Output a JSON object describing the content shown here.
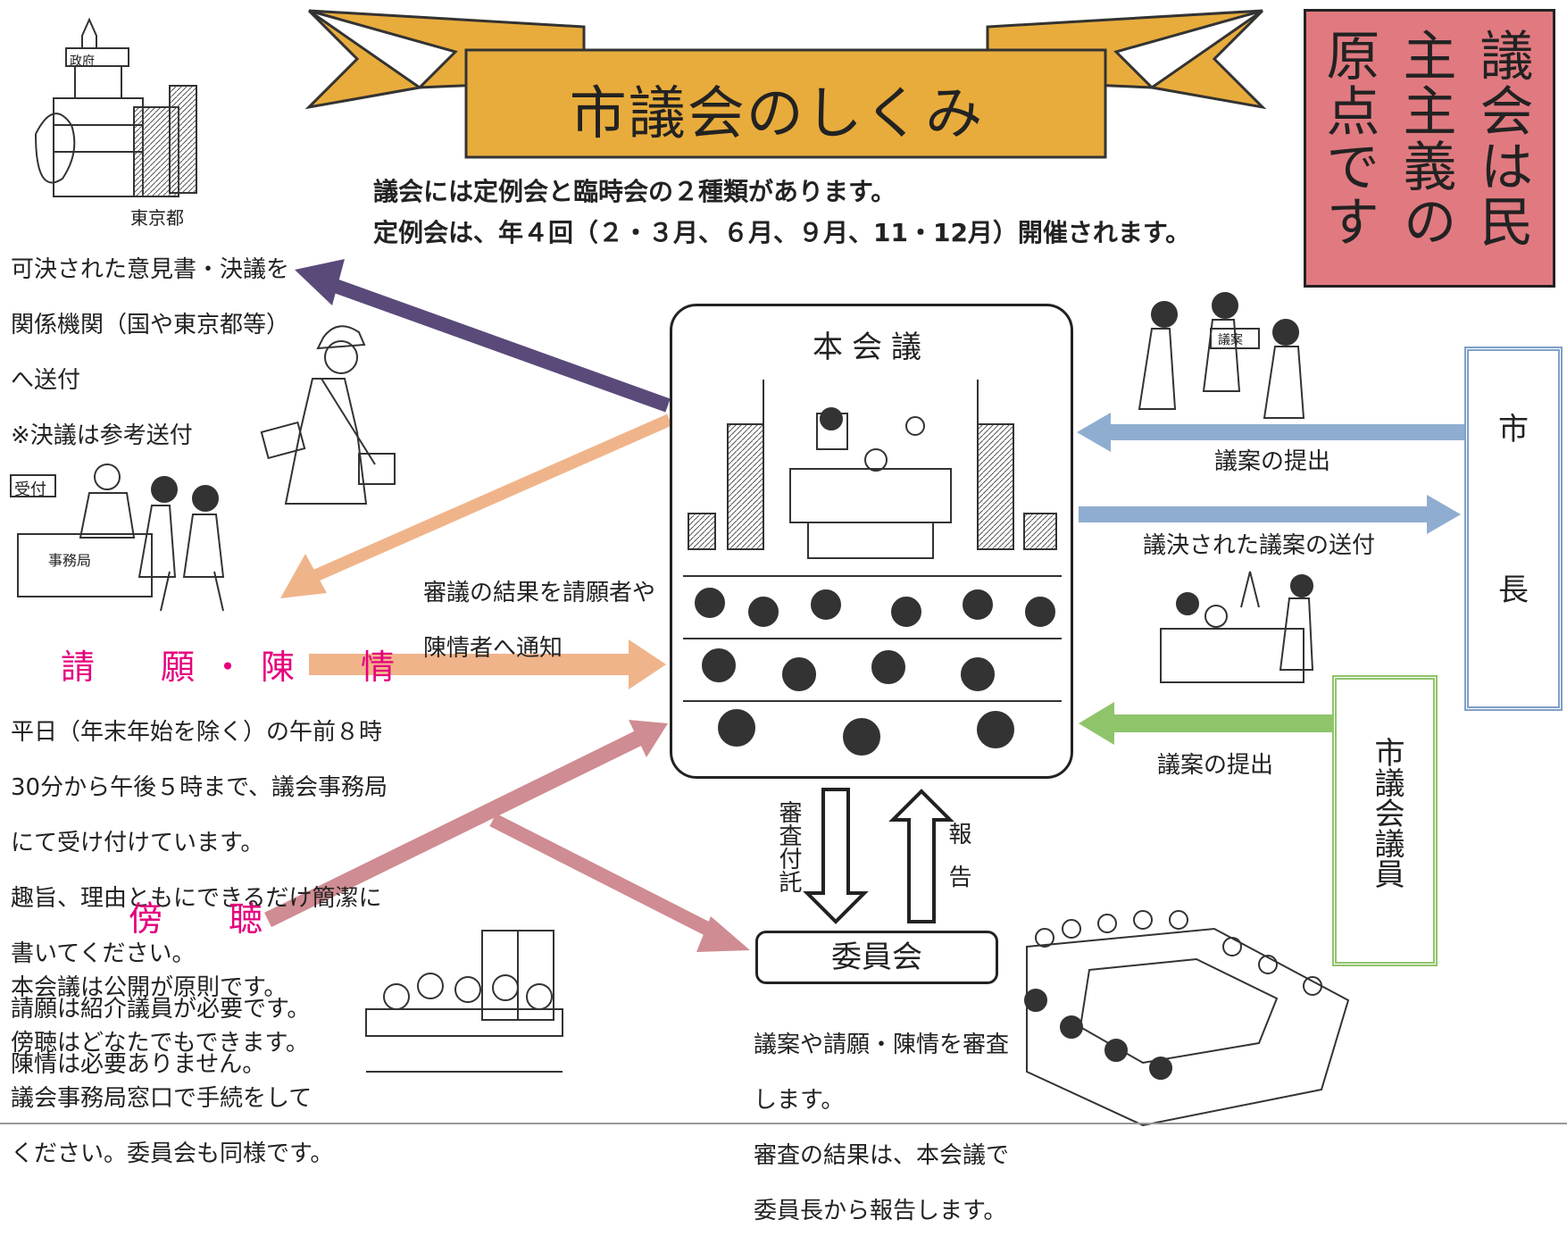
{
  "title": "市議会のしくみ",
  "motto": "議会は民主主義の原点です",
  "intro": [
    "議会には定例会と臨時会の２種類があります。",
    "定例会は、年４回（２・３月、６月、９月、11・12月）開催されます。"
  ],
  "main_session": "本会議",
  "government_label": "政府",
  "tokyo_label": "東京都",
  "reception_label": "受付",
  "office_sign": "事務局",
  "bill_sign": "議案",
  "send_text": [
    "可決された意見書・決議を",
    "関係機関（国や東京都等）",
    "へ送付",
    "※決議は参考送付"
  ],
  "notify_text": [
    "審議の結果を請願者や",
    "陳情者へ通知"
  ],
  "petition_heading": "請　願・陳　情",
  "petition_text": [
    "平日（年末年始を除く）の午前８時",
    "30分から午後５時まで、議会事務局",
    "にて受け付けています。",
    "趣旨、理由ともにできるだけ簡潔に",
    "書いてください。",
    "請願は紹介議員が必要です。",
    "陳情は必要ありません。"
  ],
  "observe_heading": "傍　聴",
  "observe_text": [
    "本会議は公開が原則です。",
    "傍聴はどなたでもできます。",
    "議会事務局窓口で手続をして",
    "ください。委員会も同様です。"
  ],
  "mayor": "市長",
  "mayor_chars": [
    "市",
    "長"
  ],
  "council_member": "市議会議員",
  "bill_submit_mayor": "議案の提出",
  "bill_send": "議決された議案の送付",
  "bill_submit_member": "議案の提出",
  "refer": "審査付託",
  "report": "報告",
  "committee": "委員会",
  "committee_text": [
    "議案や請願・陳情を審査",
    "します。",
    "審査の結果は、本会議で",
    "委員長から報告します。"
  ],
  "colors": {
    "banner": "#e8ac3c",
    "motto": "#e07a80",
    "send_arrow": "#5a4a7a",
    "notify_arrow": "#f0b48a",
    "observe_arrow": "#cf8c92",
    "mayor_arrow": "#8fadd0",
    "member_arrow": "#8fc46a",
    "petition": "#e6007e"
  },
  "icons": [
    "government-building-icon",
    "mail-carrier-icon",
    "reception-desk-icon",
    "council-hall-icon",
    "bill-handover-icon",
    "mayor-desk-icon",
    "gallery-audience-icon",
    "committee-meeting-icon"
  ]
}
